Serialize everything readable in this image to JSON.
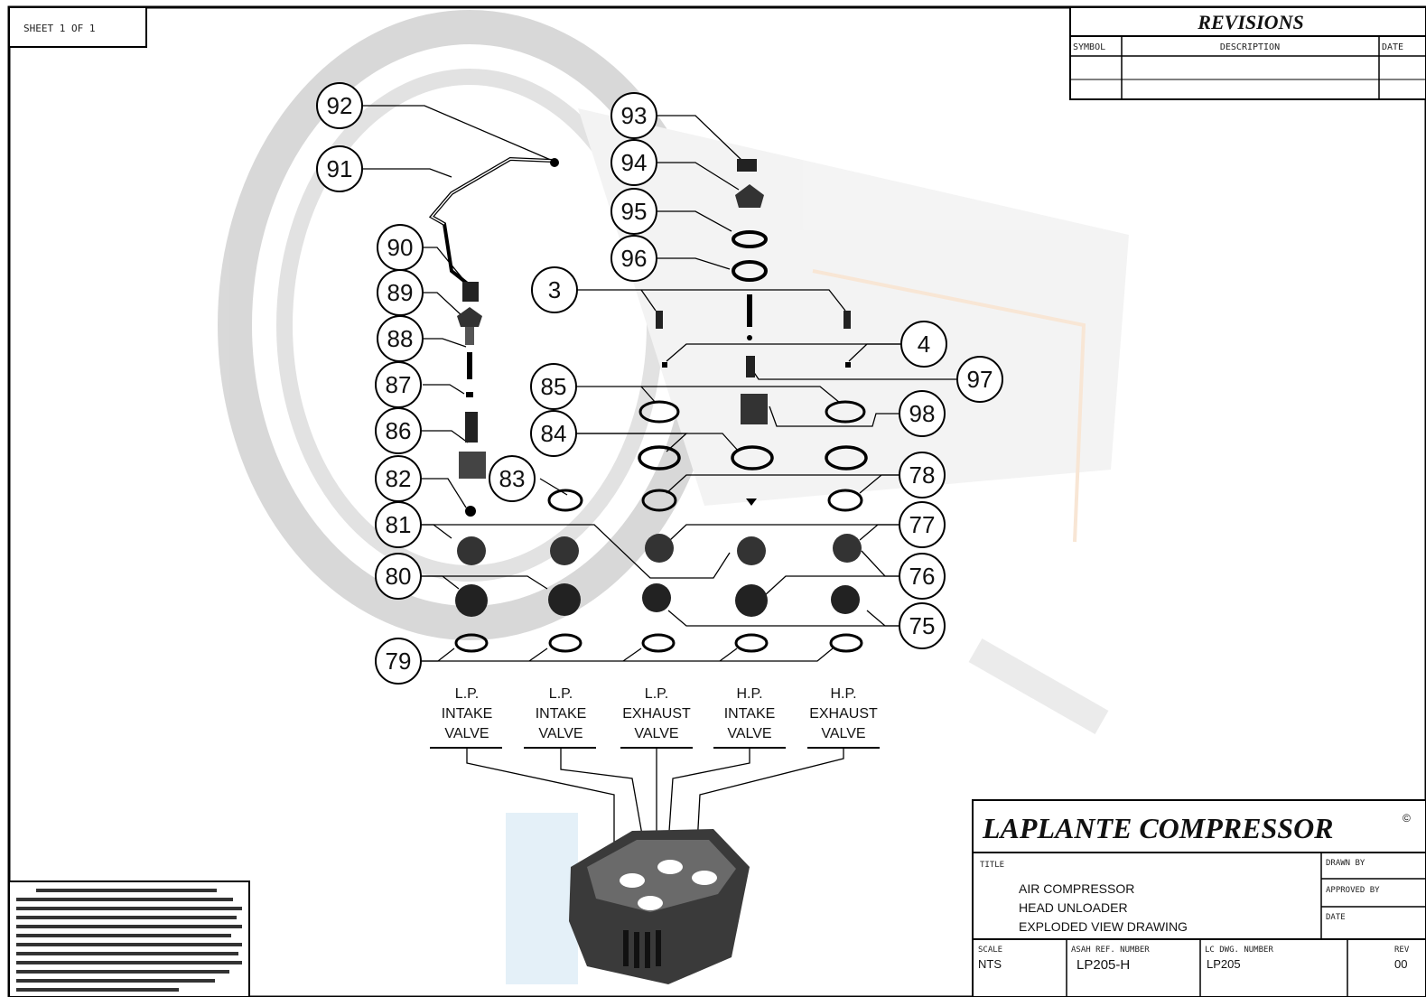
{
  "sheet": {
    "label": "SHEET 1 OF 1"
  },
  "revisions": {
    "title": "REVISIONS",
    "columns": [
      "SYMBOL",
      "DESCRIPTION",
      "DATE"
    ]
  },
  "callouts": [
    "92",
    "91",
    "90",
    "89",
    "88",
    "87",
    "86",
    "82",
    "81",
    "80",
    "79",
    "93",
    "94",
    "95",
    "96",
    "3",
    "4",
    "97",
    "85",
    "84",
    "98",
    "83",
    "78",
    "77",
    "76",
    "75"
  ],
  "valves": [
    {
      "line1": "L.P.",
      "line2": "INTAKE",
      "line3": "VALVE"
    },
    {
      "line1": "L.P.",
      "line2": "INTAKE",
      "line3": "VALVE"
    },
    {
      "line1": "L.P.",
      "line2": "EXHAUST",
      "line3": "VALVE"
    },
    {
      "line1": "H.P.",
      "line2": "INTAKE",
      "line3": "VALVE"
    },
    {
      "line1": "H.P.",
      "line2": "EXHAUST",
      "line3": "VALVE"
    }
  ],
  "title_block": {
    "company": "LAPLANTE COMPRESSOR",
    "title_label": "TITLE",
    "title_lines": [
      "AIR COMPRESSOR",
      "HEAD UNLOADER",
      "EXPLODED VIEW DRAWING"
    ],
    "drawn_by_label": "DRAWN BY",
    "approved_by_label": "APPROVED BY",
    "date_label": "DATE",
    "scale_label": "SCALE",
    "scale_value": "NTS",
    "ref_label": "ASAH REF. NUMBER",
    "ref_value": "LP205-H",
    "dwg_label": "LC DWG. NUMBER",
    "dwg_value": "LP205",
    "rev_label": "REV",
    "rev_value": "00"
  }
}
